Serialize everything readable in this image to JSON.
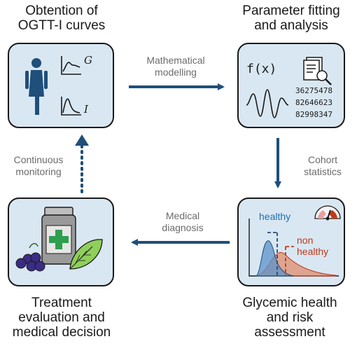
{
  "stages": {
    "top_left": {
      "title": "Obtention of\nOGTT-I curves",
      "curve_labels": [
        "G",
        "I"
      ]
    },
    "top_right": {
      "title": "Parameter fitting\nand analysis",
      "formula": "f(x)",
      "numbers": [
        "36275478",
        "82646623",
        "82998347"
      ]
    },
    "bottom_right": {
      "title": "Glycemic health\nand risk\nassessment",
      "healthy_label": "healthy",
      "nonhealthy_label": "non\nhealthy"
    },
    "bottom_left": {
      "title": "Treatment\nevaluation and\nmedical decision"
    }
  },
  "transitions": {
    "modelling": "Mathematical\nmodelling",
    "statistics": "Cohort\nstatistics",
    "diagnosis": "Medical\ndiagnosis",
    "monitoring": "Continuous\nmonitoring"
  },
  "colors": {
    "box_fill": "#d9e7f2",
    "box_stroke": "#1a1a1a",
    "arrow": "#1f4f7a",
    "person": "#1f4f7a",
    "healthy": "#5b93c9",
    "nonhealthy": "#e0805a",
    "healthy_text": "#1f6fb0",
    "nonhealthy_text": "#c0391b",
    "cross": "#2e9e4f",
    "leaf": "#8fcf5a",
    "berry": "#3b2c84",
    "bottle": "#9a9a9a"
  }
}
